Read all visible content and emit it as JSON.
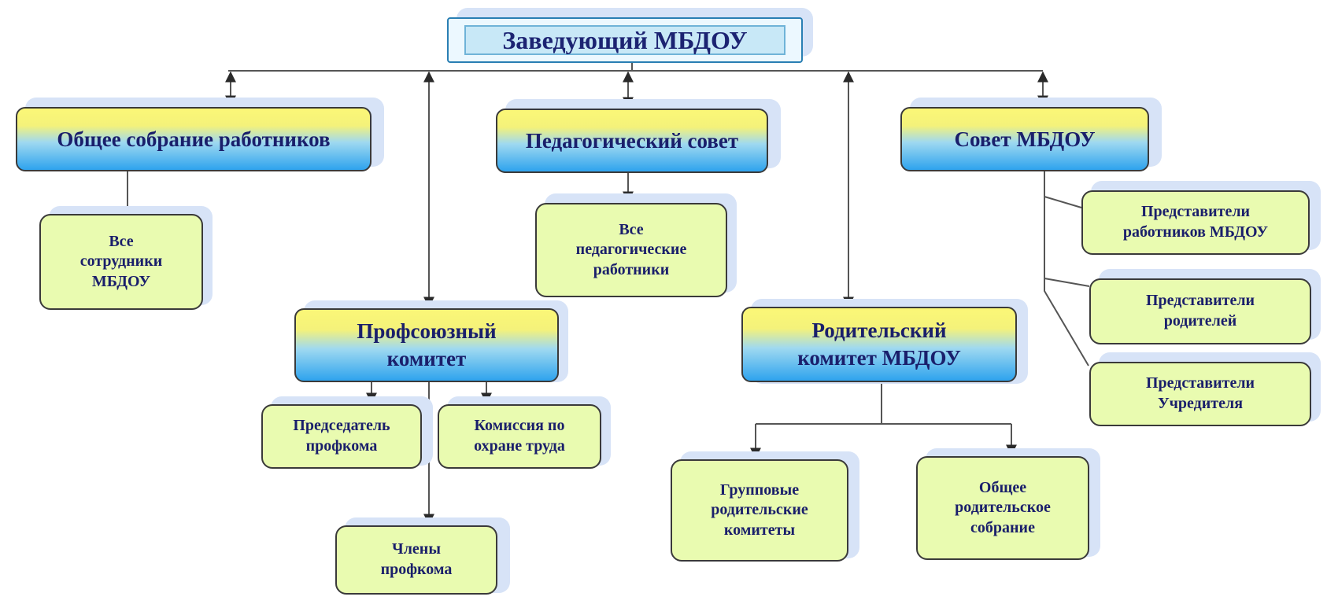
{
  "diagram": {
    "head": {
      "label": "Заведующий МБДОУ"
    },
    "bodies": {
      "general_meeting": {
        "label": "Общее собрание работников"
      },
      "pedagogical_council": {
        "label": "Педагогический  совет"
      },
      "council": {
        "label": "Совет МБДОУ"
      },
      "trade_union": {
        "label": "Профсоюзный\nкомитет"
      },
      "parents_committee": {
        "label": "Родительский\nкомитет МБДОУ"
      }
    },
    "members": {
      "all_staff": {
        "label": "Все\nсотрудники\nМБДОУ"
      },
      "all_teachers": {
        "label": "Все\nпедагогические\nработники"
      },
      "council_staff_reps": {
        "label": "Представители\nработников МБДОУ"
      },
      "council_parent_reps": {
        "label": "Представители\nродителей"
      },
      "council_founder_reps": {
        "label": "Представители\nУчредителя"
      },
      "union_chair": {
        "label": "Председатель\nпрофкома"
      },
      "labor_commission": {
        "label": "Комиссия по\nохране труда"
      },
      "union_members": {
        "label": "Члены\nпрофкома"
      },
      "group_committees": {
        "label": "Групповые\nродительские\nкомитеты"
      },
      "parents_meeting": {
        "label": "Общее\nродительское\nсобрание"
      }
    }
  }
}
